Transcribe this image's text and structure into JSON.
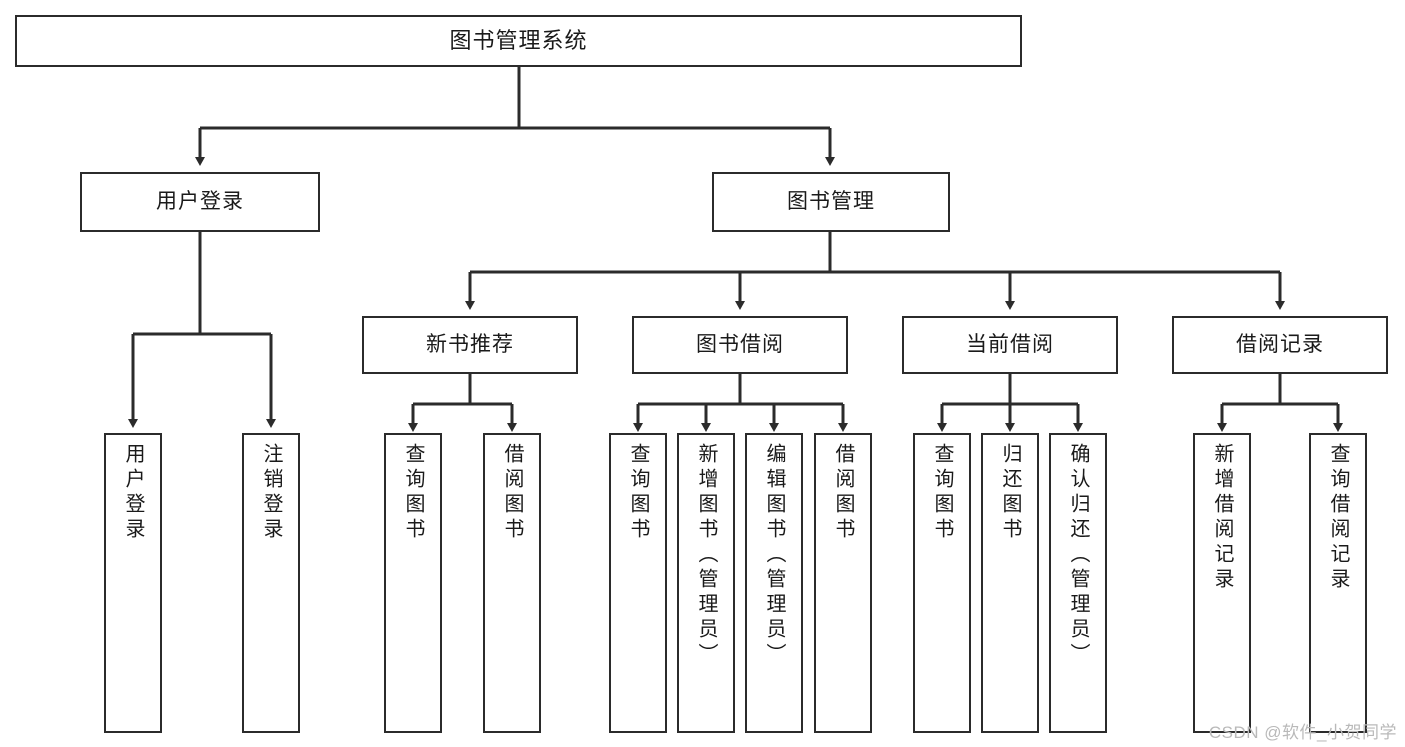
{
  "diagram": {
    "title": "图书管理系统",
    "type": "tree",
    "watermark": "CSDN @软件_小贺同学",
    "colors": {
      "box_border": "#2b2b2b",
      "box_fill": "#ffffff",
      "line": "#2b2b2b",
      "text": "#1a1a1a",
      "watermark": "#b9b9b9"
    },
    "levels": {
      "root": {
        "label": "图书管理系统"
      },
      "level2": [
        {
          "id": "user-login",
          "label": "用户登录"
        },
        {
          "id": "book-manage",
          "label": "图书管理"
        }
      ],
      "level3": [
        {
          "id": "new-book-recommend",
          "label": "新书推荐",
          "parent": "book-manage"
        },
        {
          "id": "book-borrow",
          "label": "图书借阅",
          "parent": "book-manage"
        },
        {
          "id": "current-borrow",
          "label": "当前借阅",
          "parent": "book-manage"
        },
        {
          "id": "borrow-record",
          "label": "借阅记录",
          "parent": "book-manage"
        }
      ],
      "leaves": [
        {
          "id": "leaf-user-login",
          "label": "用户登录",
          "parent": "user-login"
        },
        {
          "id": "leaf-logout-login",
          "label": "注销登录",
          "parent": "user-login"
        },
        {
          "id": "leaf-query-book-1",
          "label": "查询图书",
          "parent": "new-book-recommend"
        },
        {
          "id": "leaf-borrow-book-1",
          "label": "借阅图书",
          "parent": "new-book-recommend"
        },
        {
          "id": "leaf-query-book-2",
          "label": "查询图书",
          "parent": "book-borrow"
        },
        {
          "id": "leaf-add-book",
          "label": "新增图书（管理员）",
          "parent": "book-borrow"
        },
        {
          "id": "leaf-edit-book",
          "label": "编辑图书（管理员）",
          "parent": "book-borrow"
        },
        {
          "id": "leaf-borrow-book-2",
          "label": "借阅图书",
          "parent": "book-borrow"
        },
        {
          "id": "leaf-query-book-3",
          "label": "查询图书",
          "parent": "current-borrow"
        },
        {
          "id": "leaf-return-book",
          "label": "归还图书",
          "parent": "current-borrow"
        },
        {
          "id": "leaf-confirm-return",
          "label": "确认归还（管理员）",
          "parent": "current-borrow"
        },
        {
          "id": "leaf-add-record",
          "label": "新增借阅记录",
          "parent": "borrow-record"
        },
        {
          "id": "leaf-query-record",
          "label": "查询借阅记录",
          "parent": "borrow-record"
        }
      ]
    }
  }
}
